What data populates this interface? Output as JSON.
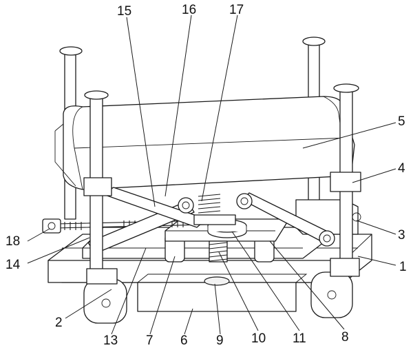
{
  "labels": {
    "l1": "1",
    "l2": "2",
    "l3": "3",
    "l4": "4",
    "l5": "5",
    "l6": "6",
    "l7": "7",
    "l8": "8",
    "l9": "9",
    "l10": "10",
    "l11": "11",
    "l13": "13",
    "l14": "14",
    "l15": "15",
    "l16": "16",
    "l17": "17",
    "l18": "18"
  }
}
